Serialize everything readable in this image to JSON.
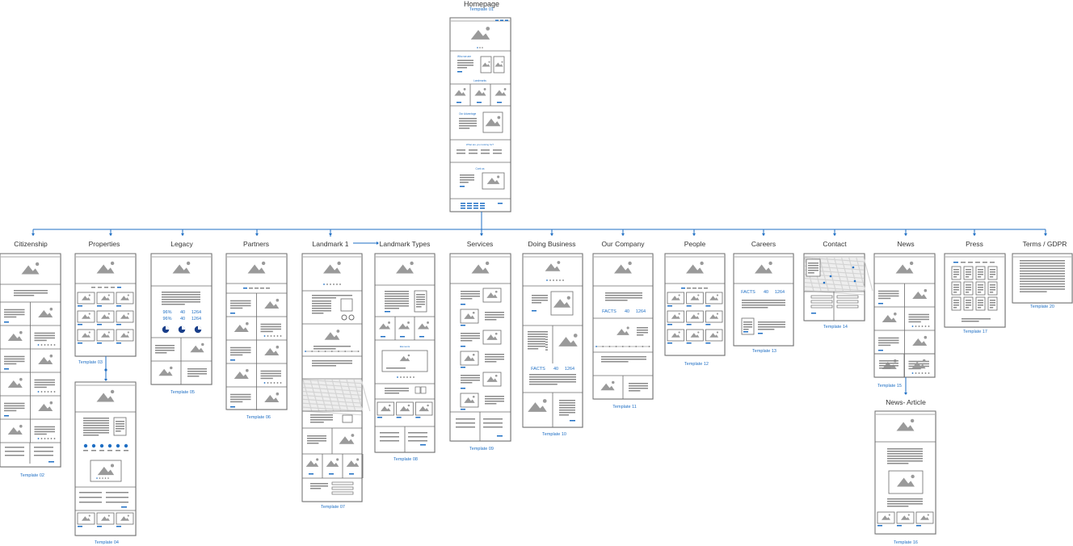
{
  "homepage": {
    "title": "Homepage",
    "template": "Template 01"
  },
  "pages": [
    {
      "key": "citizenship",
      "title": "Citizenship",
      "template": "Template 02"
    },
    {
      "key": "properties",
      "title": "Properties",
      "template": "Template 03"
    },
    {
      "key": "properties-detail",
      "title": "",
      "template": "Template 04"
    },
    {
      "key": "legacy",
      "title": "Legacy",
      "template": "Template 05"
    },
    {
      "key": "partners",
      "title": "Partners",
      "template": "Template 06"
    },
    {
      "key": "landmark-1",
      "title": "Landmark 1",
      "template": "Template 07"
    },
    {
      "key": "landmark-types",
      "title": "Landmark Types",
      "template": "Template 08"
    },
    {
      "key": "services",
      "title": "Services",
      "template": "Template 09"
    },
    {
      "key": "doing-business",
      "title": "Doing Business",
      "template": "Template 10"
    },
    {
      "key": "our-company",
      "title": "Our Company",
      "template": "Template 11"
    },
    {
      "key": "people",
      "title": "People",
      "template": "Template 12"
    },
    {
      "key": "careers",
      "title": "Careers",
      "template": "Template 13"
    },
    {
      "key": "contact",
      "title": "Contact",
      "template": "Template 14"
    },
    {
      "key": "news",
      "title": "News",
      "template": "Template 15"
    },
    {
      "key": "news-article",
      "title": "News- Article",
      "template": "Template 16"
    },
    {
      "key": "press",
      "title": "Press",
      "template": "Template 17"
    },
    {
      "key": "terms",
      "title": "Terms / GDPR",
      "template": "Template 20"
    }
  ],
  "wire_text": {
    "who_we_are": "Who we are",
    "landmarks": "Landmarks",
    "our_advantage": "Our Advantage",
    "looking_for": "What are you looking for?",
    "contact_us": "Cont us",
    "elements": "Elements",
    "facts": "FACTS",
    "stat_a": "96%",
    "stat_b": "40",
    "stat_c": "1264"
  },
  "colors": {
    "accent": "#1f6fc4",
    "frame": "#6b6b6b",
    "bar": "#8a8a8a",
    "image": "#9a9a9a",
    "map": "#d4d4d4"
  }
}
